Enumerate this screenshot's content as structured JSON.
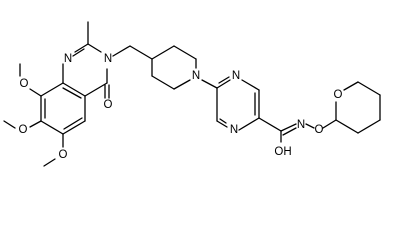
{
  "molecule": {
    "atom_labels": {
      "n_quinaz_1": "N",
      "n_quinaz_3": "N",
      "o_carbonyl_quinaz": "O",
      "o_methoxy_8": "O",
      "o_methoxy_7": "O",
      "o_methoxy_6": "O",
      "n_piperidine": "N",
      "n_pyrimidine_a": "N",
      "n_pyrimidine_b": "N",
      "oh_amide": "OH",
      "n_amide": "N",
      "o_link": "O",
      "o_oxane": "O"
    }
  }
}
